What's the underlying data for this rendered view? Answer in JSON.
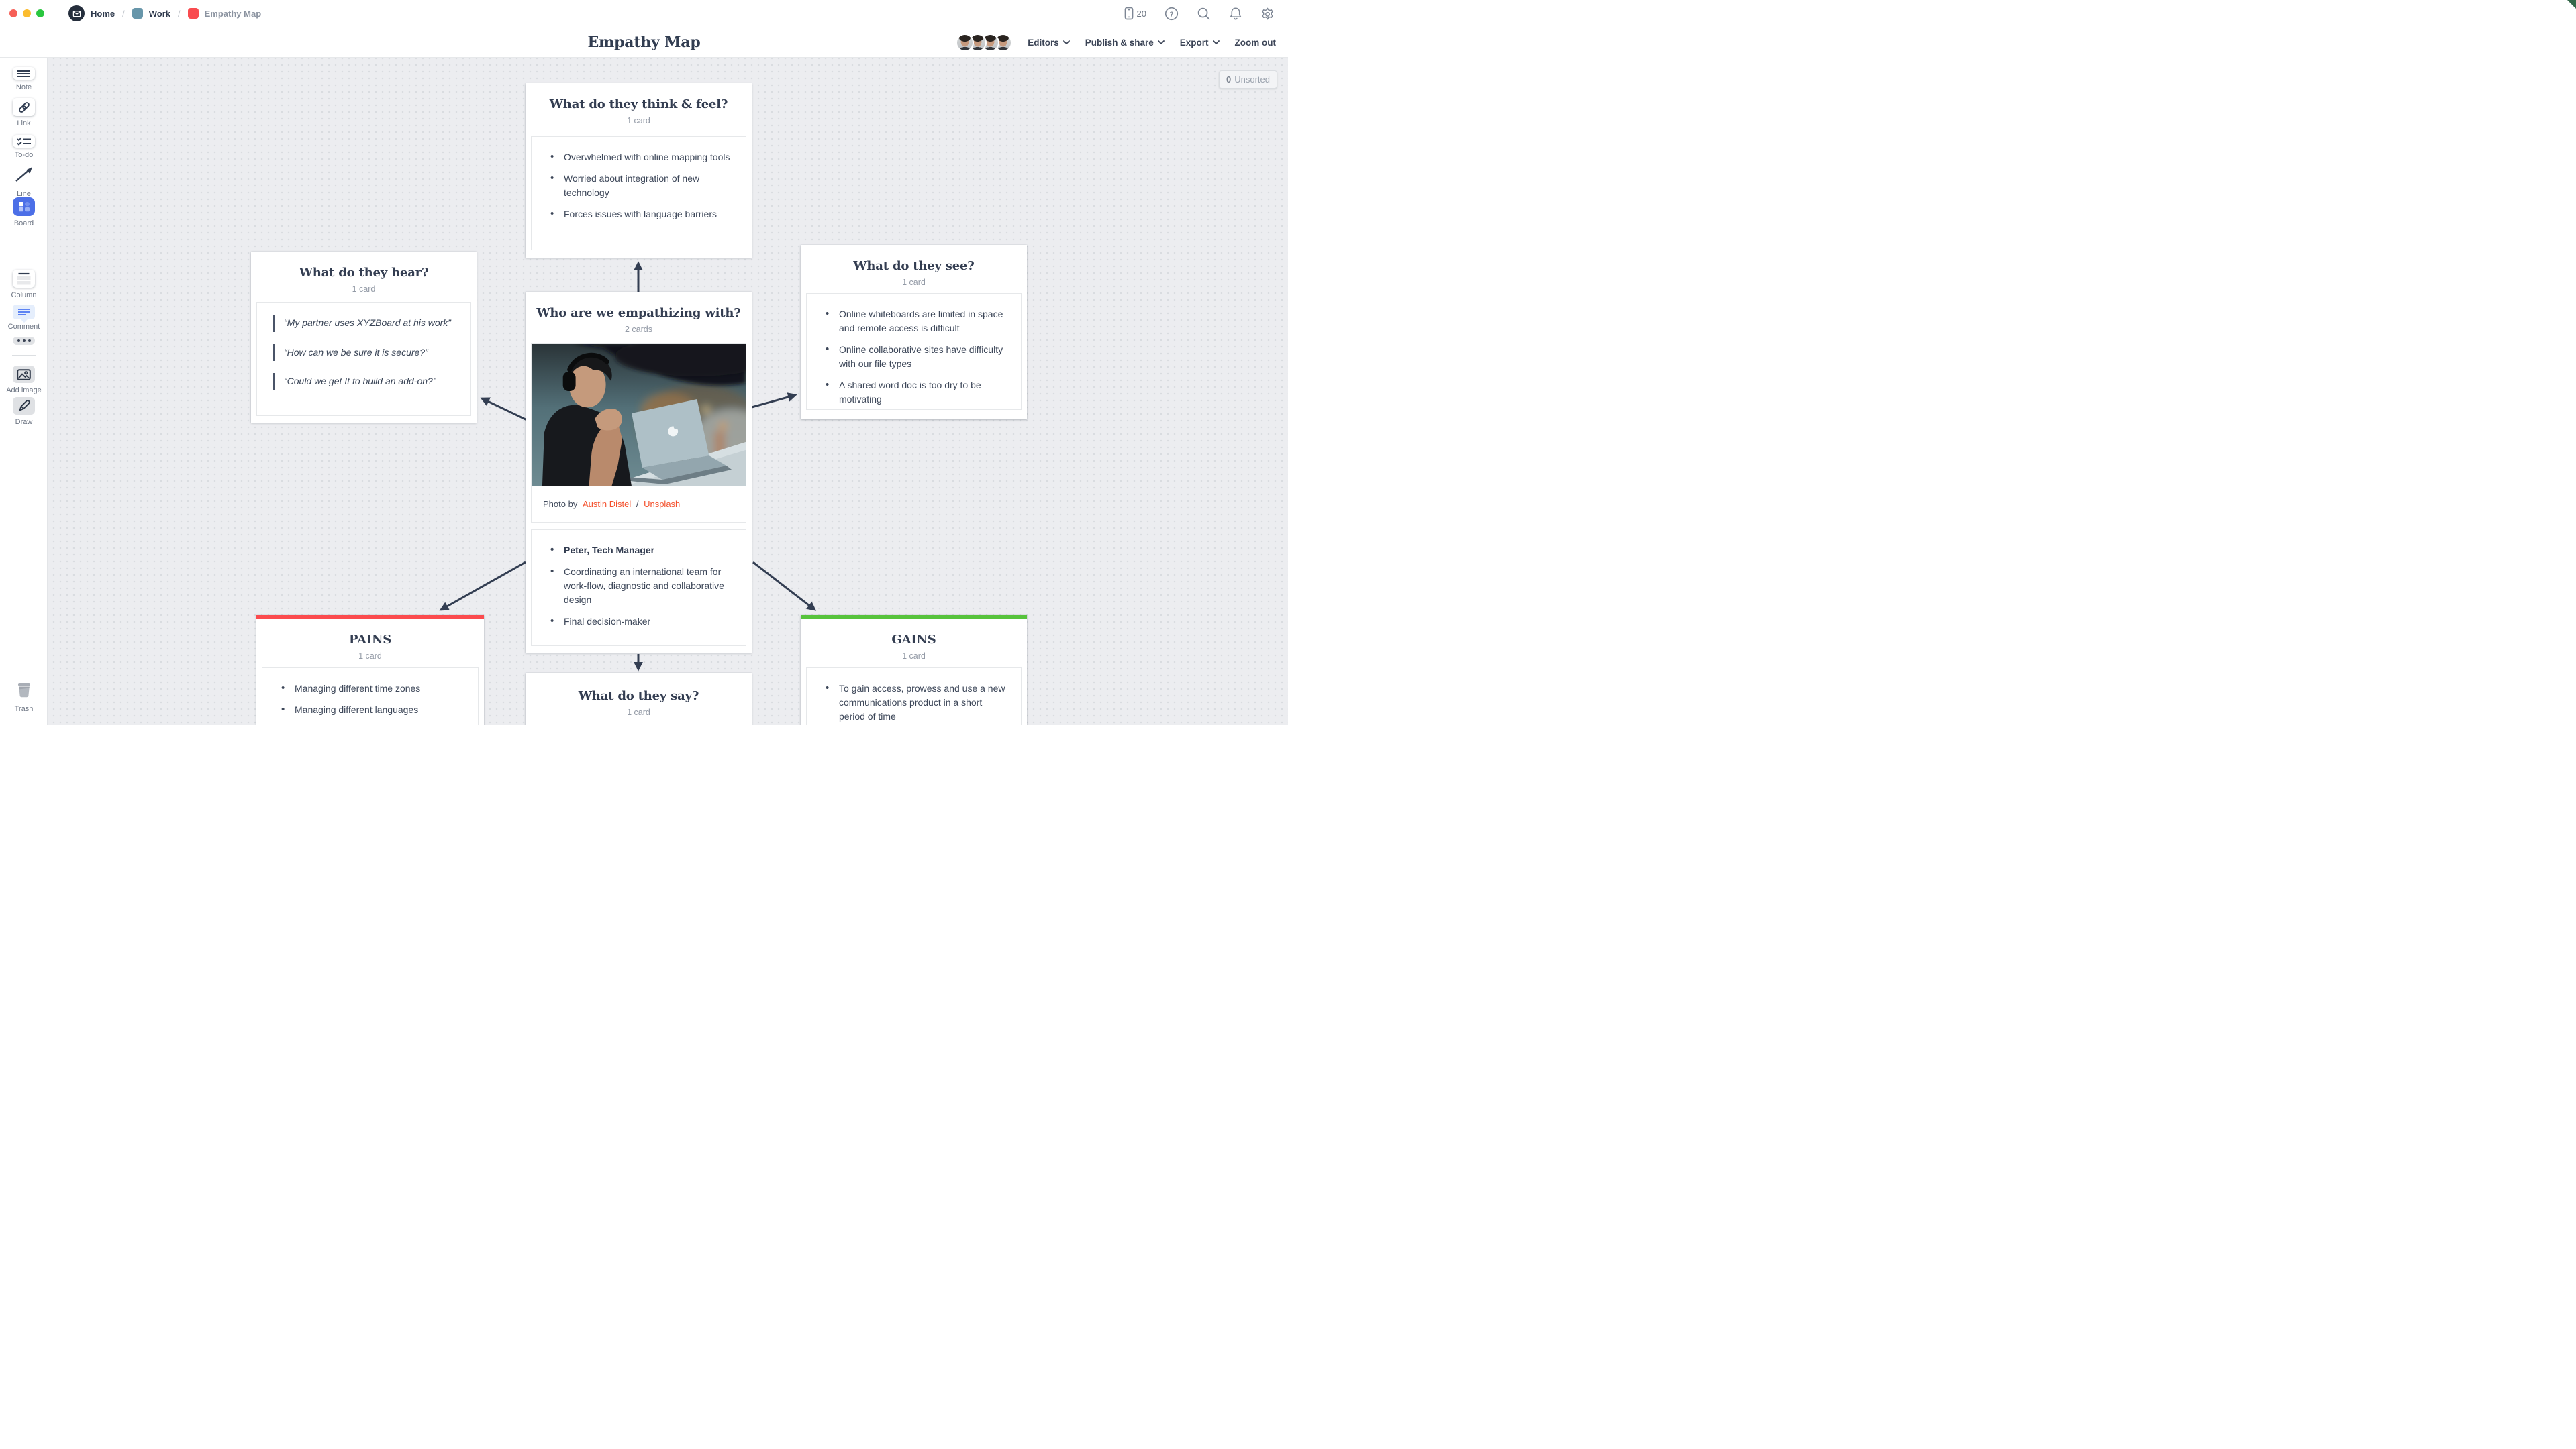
{
  "topbar": {
    "breadcrumb": {
      "home_label": "Home",
      "sep": "/",
      "work_label": "Work",
      "board_label": "Empathy Map"
    },
    "zoom_count": "20"
  },
  "header": {
    "title": "Empathy Map",
    "editors_label": "Editors",
    "publish_label": "Publish & share",
    "export_label": "Export",
    "zoom_out_label": "Zoom out",
    "avatar_count": 4
  },
  "sidebar": {
    "items": [
      {
        "label": "Note"
      },
      {
        "label": "Link"
      },
      {
        "label": "To-do"
      },
      {
        "label": "Line"
      },
      {
        "label": "Board"
      },
      {
        "label": "Column"
      },
      {
        "label": "Comment"
      },
      {
        "label": "Add image"
      },
      {
        "label": "Draw"
      }
    ],
    "trash_label": "Trash"
  },
  "canvas": {
    "unsorted": {
      "count": "0",
      "label": "Unsorted"
    },
    "cards": {
      "think_feel": {
        "title": "What do they think & feel?",
        "count": "1 card",
        "bullets": [
          "Overwhelmed with online mapping tools",
          "Worried about integration of new technology",
          "Forces issues with language barriers"
        ]
      },
      "hear": {
        "title": "What do they hear?",
        "count": "1 card",
        "quotes": [
          "“My partner uses XYZBoard at his work”",
          "“How can we be sure it is secure?”",
          "“Could we get It to build an add-on?”"
        ]
      },
      "see": {
        "title": "What do they see?",
        "count": "1 card",
        "bullets": [
          "Online whiteboards are limited in space and remote access is difficult",
          "Online collaborative sites have difficulty with our file types",
          "A shared word doc is too dry to be motivating"
        ]
      },
      "who": {
        "title": "Who are we empathizing with?",
        "count": "2 cards",
        "photo_caption": {
          "prefix": "Photo by",
          "link1": "Austin Distel",
          "sep": "/",
          "link2": "Unsplash"
        },
        "bullets": [
          "Peter, Tech Manager",
          "Coordinating an international team for work-flow, diagnostic and collaborative design",
          "Final decision-maker"
        ]
      },
      "pains": {
        "title": "PAINS",
        "count": "1 card",
        "accent_color": "#fb4b4e",
        "bullets": [
          "Managing different time zones",
          "Managing different languages"
        ]
      },
      "gains": {
        "title": "GAINS",
        "count": "1 card",
        "accent_color": "#57c33c",
        "bullets": [
          "To gain access, prowess and use a new communications product in a short period of time"
        ]
      },
      "say": {
        "title": "What do they say?",
        "count": "1 card"
      }
    }
  },
  "colors": {
    "navy_text": "#333d51",
    "body_text": "#3d4759",
    "link_red": "#f4502c",
    "pains_red": "#fb4b4e",
    "gains_green": "#57c33c",
    "board_blue": "#4c6fe7",
    "canvas_bg": "#ecedf0",
    "arrow": "#333e52"
  }
}
